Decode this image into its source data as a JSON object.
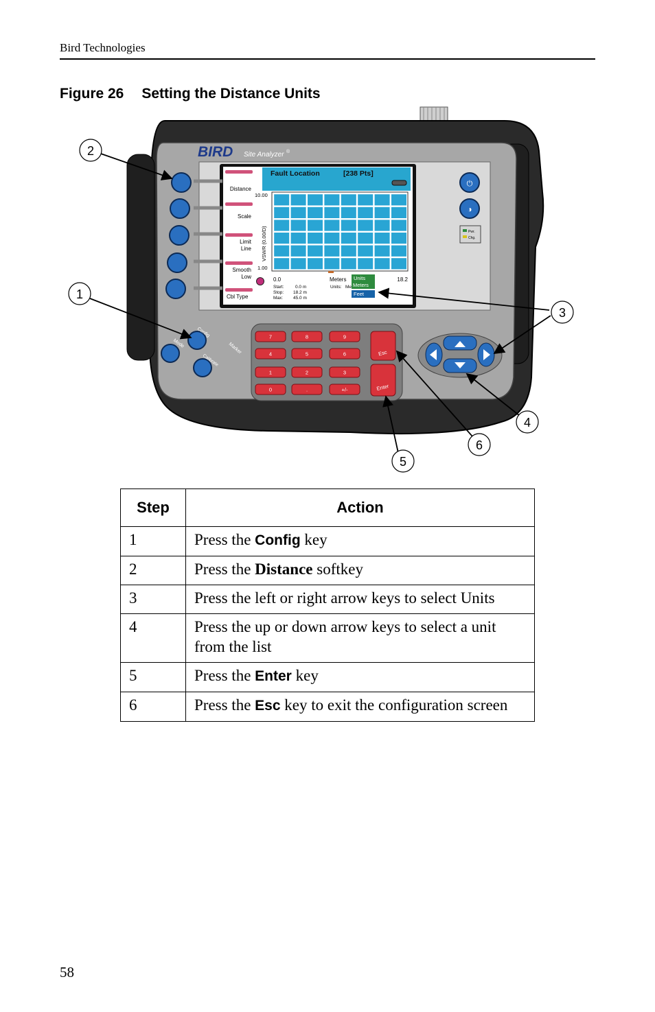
{
  "header": {
    "publisher": "Bird Technologies"
  },
  "figure": {
    "label": "Figure 26",
    "title": "Setting the Distance Units",
    "device": {
      "brand": "BIRD",
      "model": "Site Analyzer",
      "model_mark": "®",
      "softkeys": [
        "Distance",
        "Scale",
        "Limit",
        "Line",
        "Smooth",
        "Low",
        "Cbl Type"
      ],
      "screen_title": "Fault Location",
      "screen_points": "[238 Pts]",
      "y_top": "10.00",
      "y_bottom": "1.00",
      "y_axis_label": "VSWR (0.00/D)",
      "x_start": "0.0",
      "x_units": "Meters",
      "x_end": "18.2",
      "info_labels": [
        "Start:",
        "Stop:",
        "Max:"
      ],
      "info_values": [
        "0.0 m",
        "18.2 m",
        "45.0 m"
      ],
      "units_label": "Units:",
      "units_value": "Me",
      "menu_items": [
        "Units",
        "Meters",
        "Feet"
      ],
      "left_keys": [
        "Config",
        "Mode",
        "Calibrate",
        "Marker"
      ],
      "keypad": [
        "7",
        "8",
        "9",
        "4",
        "5",
        "6",
        "1",
        "2",
        "3",
        "0",
        ".",
        "+/-"
      ],
      "esc_label": "Esc",
      "enter_label": "Enter",
      "pwr_label": "Pwr.",
      "chg_label": "Chg."
    },
    "callouts": [
      "1",
      "2",
      "3",
      "4",
      "5",
      "6"
    ]
  },
  "table": {
    "headers": [
      "Step",
      "Action"
    ],
    "rows": [
      {
        "step": "1",
        "pre": "Press the ",
        "key": "Config",
        "post": " key"
      },
      {
        "step": "2",
        "pre": "Press the ",
        "key": "Distance",
        "post": " softkey"
      },
      {
        "step": "3",
        "pre": "Press the left or right arrow keys to select Units",
        "key": "",
        "post": ""
      },
      {
        "step": "4",
        "pre": "Press the up or down arrow keys to select a unit from the list",
        "key": "",
        "post": ""
      },
      {
        "step": "5",
        "pre": "Press the ",
        "key": "Enter",
        "post": " key"
      },
      {
        "step": "6",
        "pre": "Press the ",
        "key": "Esc",
        "post": " key to exit the configuration screen"
      }
    ]
  },
  "footer": {
    "page_number": "58"
  }
}
